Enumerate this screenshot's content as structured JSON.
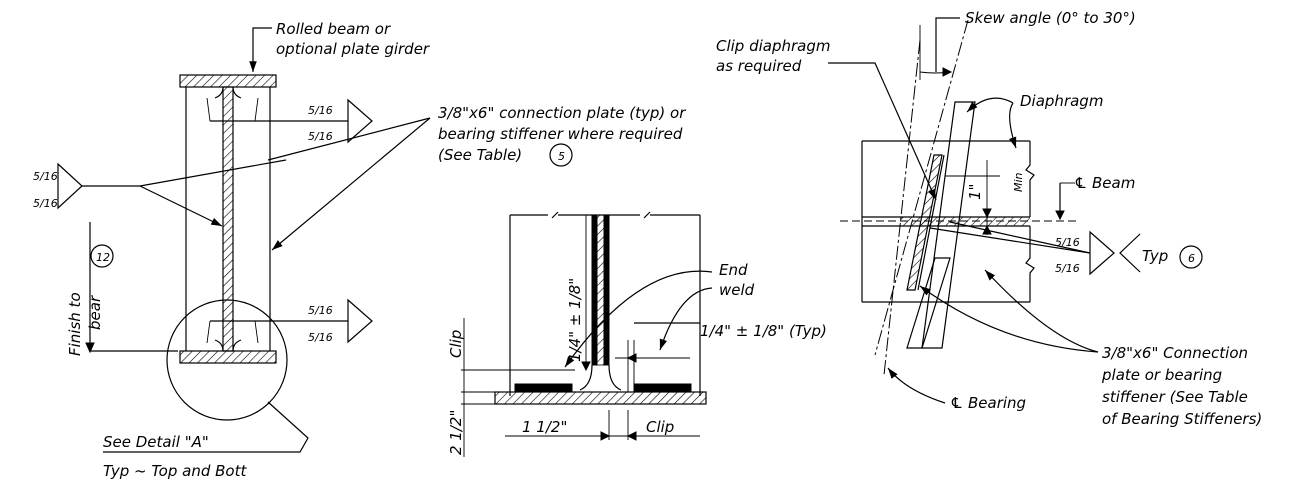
{
  "left": {
    "girder_label_1": "Rolled beam or",
    "girder_label_2": "optional plate girder",
    "weld_top_a": "5/16",
    "weld_top_b": "5/16",
    "weld_left_a": "5/16",
    "weld_left_b": "5/16",
    "weld_bot_a": "5/16",
    "weld_bot_b": "5/16",
    "finish_1": "Finish to",
    "finish_2": "bear",
    "finish_note": "12",
    "detail_1": "See Detail \"A\"",
    "detail_2": "Typ ~ Top and Bott"
  },
  "plate_note": {
    "line_1": "3/8\"x6\" connection plate (typ) or",
    "line_2": "bearing stiffener where required",
    "line_3": "(See Table)",
    "circle": "5"
  },
  "detail": {
    "end_weld_1": "End",
    "end_weld_2": "weld",
    "clip_vertical": "Clip",
    "quarter_vertical": "1/4\" ± 1/8\"",
    "quarter_typ": "1/4\" ± 1/8\" (Typ)",
    "two_half": "2 1/2\"",
    "one_half": "1 1/2\"",
    "clip_bottom": "Clip"
  },
  "plan": {
    "skew": "Skew angle (0° to 30°)",
    "clip_diaphragm_1": "Clip diaphragm",
    "clip_diaphragm_2": "as required",
    "diaphragm": "Diaphragm",
    "min_dim": "1\"",
    "min_label": "Min",
    "beam_cl": "Beam",
    "weld_a": "5/16",
    "weld_b": "5/16",
    "typ": "Typ",
    "typ_circle": "6",
    "conn_1": "3/8\"x6\" Connection",
    "conn_2": "plate or bearing",
    "conn_3": "stiffener (See Table",
    "conn_4": "of Bearing Stiffeners)",
    "bearing_cl": "Bearing",
    "cl_symbol": "℄"
  }
}
